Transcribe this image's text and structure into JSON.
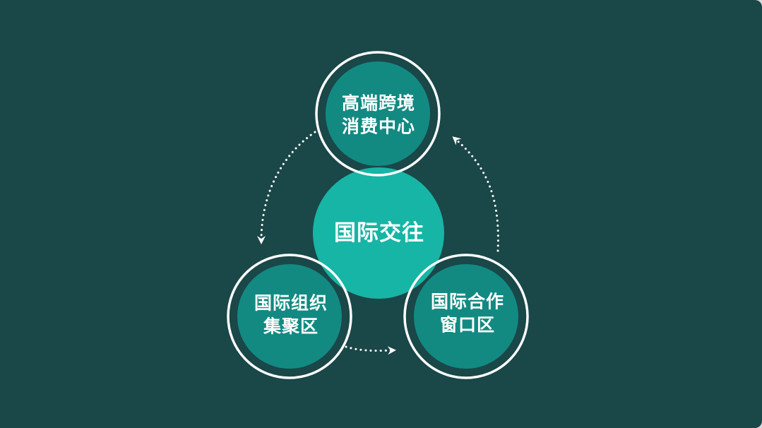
{
  "diagram": {
    "center": {
      "label": "国际交往"
    },
    "nodes": [
      {
        "id": "top",
        "line1": "高端跨境",
        "line2": "消费中心"
      },
      {
        "id": "bottom-left",
        "line1": "国际组织",
        "line2": "集聚区"
      },
      {
        "id": "bottom-right",
        "line1": "国际合作",
        "line2": "窗口区"
      }
    ],
    "arrows": [
      {
        "from": "top",
        "to": "bottom-left",
        "style": "dotted"
      },
      {
        "from": "bottom-left",
        "to": "bottom-right",
        "style": "dotted"
      },
      {
        "from": "bottom-right",
        "to": "top",
        "style": "dotted"
      }
    ]
  },
  "colors": {
    "background": "#1a4748",
    "center_fill": "#17b5a5",
    "node_fill": "#128a82",
    "ring": "#ffffff",
    "text": "#ffffff"
  }
}
